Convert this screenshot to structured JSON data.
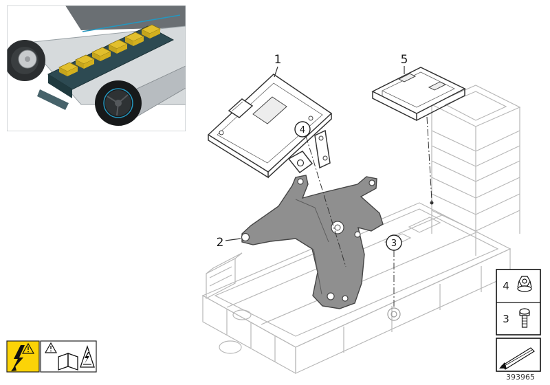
{
  "page": {
    "doc_number": "393965"
  },
  "callouts": {
    "c1": "1",
    "c2": "2",
    "c3": "3",
    "c4": "4",
    "c5": "5"
  },
  "legend": {
    "nut_ref": "4",
    "screw_ref": "3"
  },
  "colors": {
    "warning_yellow": "#fbd307",
    "module_yellow": "#e2bf2d",
    "battery_teal": "#2d4a52",
    "line_dark": "#333333",
    "line_light": "#b8b8b8",
    "bracket_gray": "#8f8f8f",
    "accent_blue": "#2596be"
  },
  "icons": {
    "high_voltage": "high-voltage-lightning-icon",
    "warning_triangle": "warning-triangle-icon",
    "manual_book": "read-manual-book-icon",
    "shock_hand": "electric-shock-hand-icon",
    "nut": "hex-flange-nut-icon",
    "screw": "pan-head-screw-icon",
    "wedge": "wedge-seal-icon"
  }
}
